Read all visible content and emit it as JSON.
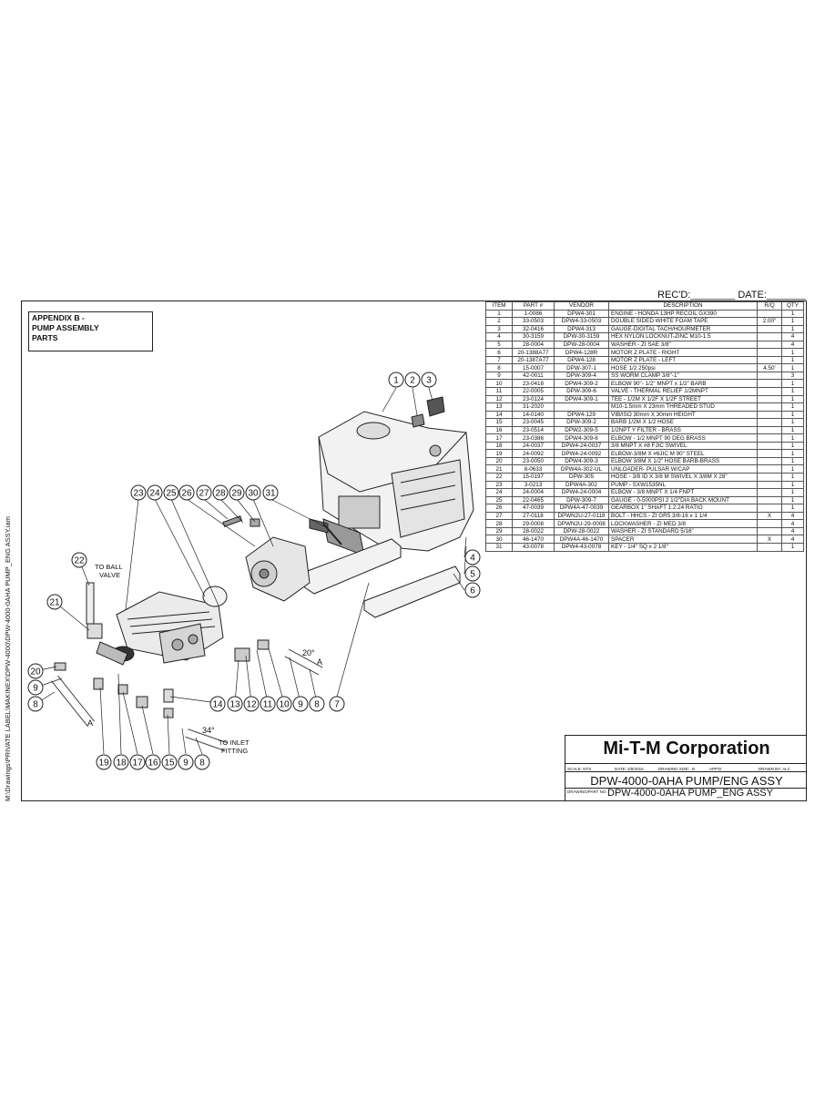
{
  "header": {
    "recd_label": "REC'D:________  DATE:_______",
    "appendix_lines": [
      "APPENDIX B -",
      "PUMP ASSEMBLY",
      "PARTS"
    ],
    "side_path": "M:\\Drawings\\PRIVATE LABEL\\MAKINEX\\DPW-4000\\DPW-4000-0AHA PUMP_ENG ASSY.iam"
  },
  "bom": {
    "headers": [
      "ITEM",
      "PART #",
      "VENDOR",
      "DESCRIPTION",
      "R/Q",
      "QTY"
    ],
    "rows": [
      [
        "1",
        "1-0086",
        "DPW4-301",
        "ENGINE - HONDA 13HP RECOIL GX390",
        "",
        "1"
      ],
      [
        "2",
        "33-0503",
        "DPW4-33-0503",
        "DOUBLE SIDED WHITE FOAM TAPE",
        "2.00\"",
        "1"
      ],
      [
        "3",
        "32-0416",
        "DPW4-313",
        "GAUGE-DIGITAL TACH/HOURMETER",
        "",
        "1"
      ],
      [
        "4",
        "30-3159",
        "DPW-30-3159",
        "HEX NYLON LOCKNUT-ZINC M10-1.5",
        "",
        "4"
      ],
      [
        "5",
        "28-0004",
        "DPW-28-0004",
        "WASHER - ZI SAE 3/8\"",
        "",
        "4"
      ],
      [
        "6",
        "20-1388A77",
        "DPW4-128R",
        "MOTOR Z PLATE - RIGHT",
        "",
        "1"
      ],
      [
        "7",
        "20-1387A77",
        "DPW4-128",
        "MOTOR Z PLATE - LEFT",
        "",
        "1"
      ],
      [
        "8",
        "15-0007",
        "DPW-307-1",
        "HOSE 1/2 250psi",
        "4.50'",
        "1"
      ],
      [
        "9",
        "42-0011",
        "DPW-309-4",
        "SS WORM CLAMP 3/8\"-1\"",
        "",
        "3"
      ],
      [
        "10",
        "23-0418",
        "DPW4-309-2",
        "ELBOW 90\"- 1/2\" MNPT x 1/2\" BARB",
        "",
        "1"
      ],
      [
        "11",
        "22-0005",
        "DPW-309-6",
        "VALVE - THERMAL RELIEF 1/2MNPT",
        "",
        "1"
      ],
      [
        "12",
        "23-0124",
        "DPW4-309-1",
        "TEE - 1/2M X 1/2F X 1/2F STREET",
        "",
        "1"
      ],
      [
        "13",
        "31-2020",
        "",
        "M10-1.5mm X 23mm THREADED STUD",
        "",
        "1"
      ],
      [
        "14",
        "14-0140",
        "DPW4-129",
        "VIB/ISO 30mm X 30mm HEIGHT",
        "",
        "1"
      ],
      [
        "15",
        "23-0045",
        "DPW-309-2",
        "BARB 1/2M X 1/2 HOSE",
        "",
        "1"
      ],
      [
        "16",
        "23-0514",
        "DPW2-309-5",
        "1/2NPT Y FILTER - BRASS",
        "",
        "1"
      ],
      [
        "17",
        "23-0386",
        "DPW4-309-6",
        "ELBOW - 1/2 MNPT 90 DEG BRASS",
        "",
        "1"
      ],
      [
        "18",
        "24-0037",
        "DPW4-24-0037",
        "3/8 MNPT X #8 FJIC SWIVEL",
        "",
        "1"
      ],
      [
        "19",
        "24-0092",
        "DPW4-24-0092",
        "ELBOW-3/8M X #6JIC M 90\" STEEL",
        "",
        "1"
      ],
      [
        "20",
        "23-0050",
        "DPW4-309-3",
        "ELBOW 3/8M X 1/2\" HOSE BARB-BRASS",
        "",
        "1"
      ],
      [
        "21",
        "8-0633",
        "DPW4A-302-UL",
        "UNLOADER- PULSAR W/CAP",
        "",
        "1"
      ],
      [
        "22",
        "15-0197",
        "DPW-305",
        "HOSE - 3/8 ID X 3/8 M SWIVEL X 3/8M X 28\"",
        "",
        "1"
      ],
      [
        "23",
        "3-0213",
        "DPW4A-302",
        "PUMP - SXW1535NL",
        "",
        "1"
      ],
      [
        "24",
        "24-0004",
        "DPW4-24-0004",
        "ELBOW - 3/8 MNPT X 1/4 FNPT",
        "",
        "1"
      ],
      [
        "25",
        "22-0465",
        "DPW-309-7",
        "GAUGE - 0-5000PSI 2 1/2\"DIA BACK MOUNT",
        "",
        "1"
      ],
      [
        "26",
        "47-0039",
        "DPW4A-47-0039",
        "GEARBOX 1\" SHAFT 1:2.24 RATIO",
        "",
        "1"
      ],
      [
        "27",
        "27-0118",
        "DPWN2U-27-0118",
        "BOLT - HHCS - ZI GR5 3/8-16 x 1 1/4",
        "X",
        "4"
      ],
      [
        "28",
        "29-0008",
        "DPWN2U-29-0008",
        "LOCKWASHER - ZI MED 3/8",
        "",
        "4"
      ],
      [
        "29",
        "28-0022",
        "DPW-28-0022",
        "WASHER - ZI STANDARD 5/16\"",
        "",
        "4"
      ],
      [
        "30",
        "46-1470",
        "DPW4A-46-1470",
        "SPACER",
        "X",
        "4"
      ],
      [
        "31",
        "43-0078",
        "DPW4-43-0078",
        "KEY - 1/4\" SQ x 2 1/8\"",
        "",
        "1"
      ]
    ]
  },
  "titleblock": {
    "company": "Mi-T-M Corporation",
    "scale_label": "SCALE: NTS",
    "date_label": "DATE: 2/8/2015",
    "size_label": "DRAWING SIZE:",
    "size_value": "B",
    "appd_label": "APP'D:",
    "drawn_label": "DRAWN BY: ALC",
    "title": "DPW-4000-0AHA PUMP/ENG ASSY",
    "part_label": "DRAWING/PART NO.",
    "part_no": "DPW-4000-0AHA PUMP_ENG ASSY"
  },
  "diagram": {
    "callouts": [
      "1",
      "2",
      "3",
      "4",
      "5",
      "6",
      "7",
      "8",
      "9",
      "10",
      "11",
      "12",
      "13",
      "14",
      "15",
      "16",
      "17",
      "18",
      "19",
      "20",
      "21",
      "22",
      "23",
      "24",
      "25",
      "26",
      "27",
      "28",
      "29",
      "30",
      "31",
      "8",
      "9",
      "8",
      "9"
    ],
    "notes": {
      "ball_valve": [
        "TO BALL",
        "VALVE"
      ],
      "inlet": [
        "TO INLET",
        "FITTING"
      ],
      "angle_20": "20°",
      "angle_34": "34°",
      "section_a": "A"
    }
  }
}
